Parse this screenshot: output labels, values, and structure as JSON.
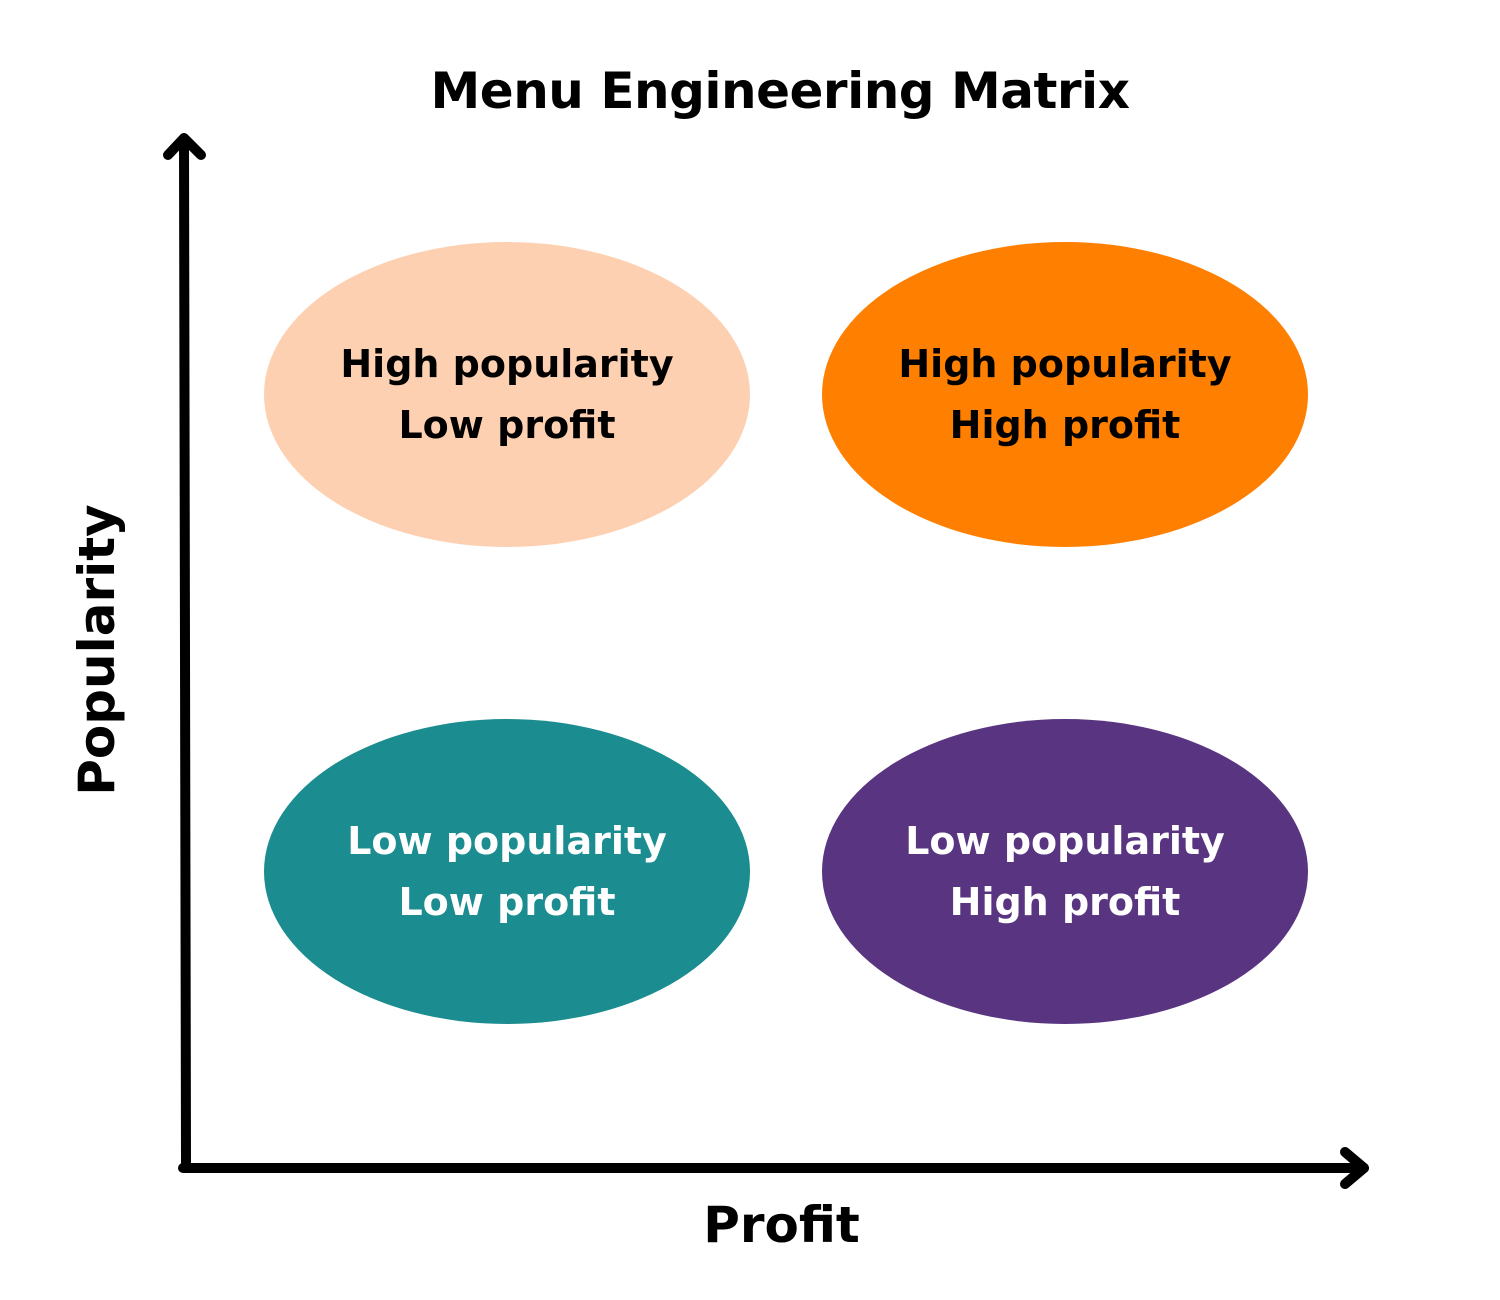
{
  "title": "Menu Engineering Matrix",
  "axes": {
    "x_label": "Profit",
    "y_label": "Popularity"
  },
  "quadrants": [
    {
      "id": "top-left",
      "line1": "High popularity",
      "line2": "Low profit",
      "fill": "#FDD0B1",
      "text_color": "#000000"
    },
    {
      "id": "top-right",
      "line1": "High popularity",
      "line2": "High profit",
      "fill": "#FF7F00",
      "text_color": "#000000"
    },
    {
      "id": "bottom-left",
      "line1": "Low popularity",
      "line2": "Low profit",
      "fill": "#1B8C8F",
      "text_color": "#FFFFFF"
    },
    {
      "id": "bottom-right",
      "line1": "Low popularity",
      "line2": "High profit",
      "fill": "#583481",
      "text_color": "#FFFFFF"
    }
  ]
}
